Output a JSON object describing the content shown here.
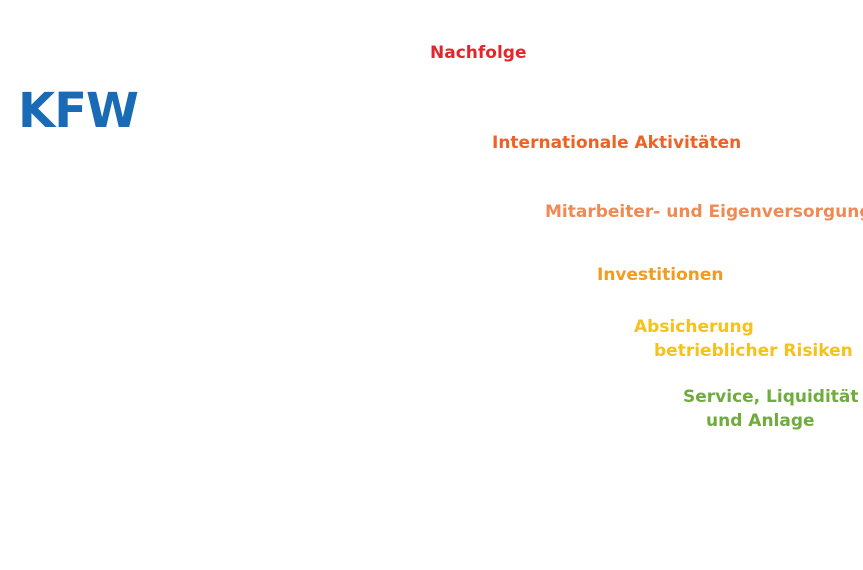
{
  "logo": {
    "text": "KFW",
    "color": "#1a6bb5"
  },
  "levels": [
    {
      "label_lines": [
        "Nachfolge"
      ],
      "color": "#e3262b",
      "left_color": "#c81d22",
      "right_color": "#e72a30"
    },
    {
      "label_lines": [
        "Internationale Aktivitäten"
      ],
      "color": "#ec6227",
      "left_color": "#d3521f",
      "right_color": "#ef6128"
    },
    {
      "label_lines": [
        "Mitarbeiter- und Eigenversorgung"
      ],
      "color": "#f08a55",
      "left_color": "#dd7549",
      "right_color": "#f28853"
    },
    {
      "label_lines": [
        "Investitionen"
      ],
      "color": "#f29b1f",
      "left_color": "#de8a1d",
      "right_color": "#f6a01f"
    },
    {
      "label_lines": [
        "Absicherung",
        "betrieblicher Risiken"
      ],
      "color": "#f6c21a",
      "left_color": "#f0c01c",
      "right_color": "#fbcd08"
    },
    {
      "label_lines": [
        "Service, Liquidität",
        "und Anlage"
      ],
      "color": "#6fac3b",
      "left_color": "#6ba53a",
      "right_color": "#7bb03f"
    }
  ]
}
